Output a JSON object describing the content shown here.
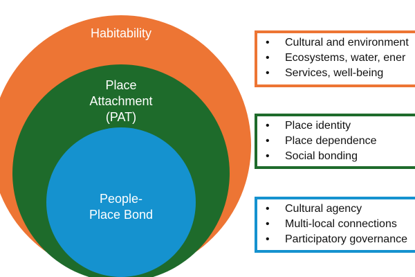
{
  "colors": {
    "habitability": "#ED7534",
    "place_attachment": "#1E6B2B",
    "people_place": "#1592CF"
  },
  "circles": {
    "habitability": "Habitability",
    "place_attachment": [
      "Place",
      "Attachment",
      "(PAT)"
    ],
    "people_place": [
      "People-",
      "Place Bond"
    ]
  },
  "boxes": [
    {
      "items": [
        "Cultural and environment",
        "Ecosystems, water, ener",
        "Services,  well-being"
      ]
    },
    {
      "items": [
        "Place identity",
        "Place dependence",
        "Social bonding"
      ]
    },
    {
      "items": [
        "Cultural agency",
        "Multi-local connections",
        "Participatory governance"
      ]
    }
  ],
  "bullet": "•"
}
